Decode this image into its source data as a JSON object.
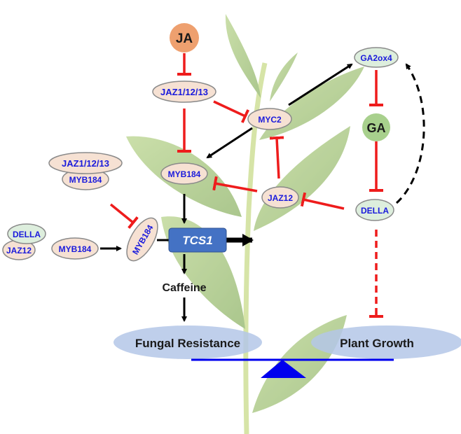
{
  "colors": {
    "node_fill": "#f6e1d3",
    "node_stroke": "#8a8a8a",
    "della_fill": "#ddeedd",
    "ga_fill": "#a8d08d",
    "ja_fill": "#eea06f",
    "tcs_fill": "#4472c4",
    "inhibit": "#ee1c1c",
    "activate": "#000000",
    "node_text": "#1a1adc",
    "outcome_fill": "#b4c7e7",
    "balance": "#0000ee",
    "leaf": "#9cc06a",
    "stem": "#c9dc8a"
  },
  "nodes": {
    "ja": "JA",
    "jaz_top": "JAZ1/12/13",
    "myc2": "MYC2",
    "ga2ox4": "GA2ox4",
    "ga": "GA",
    "myb184_main": "MYB184",
    "jaz12_main": "JAZ12",
    "della_main": "DELLA",
    "complex_jaz": "JAZ1/12/13",
    "complex_myb": "MYB184",
    "myb184_tilted": "MYB184",
    "della_small": "DELLA",
    "jaz12_small": "JAZ12",
    "myb184_free": "MYB184",
    "tcs1": "TCS1",
    "caffeine": "Caffeine"
  },
  "outcomes": {
    "left": "Fungal Resistance",
    "right": "Plant Growth"
  }
}
